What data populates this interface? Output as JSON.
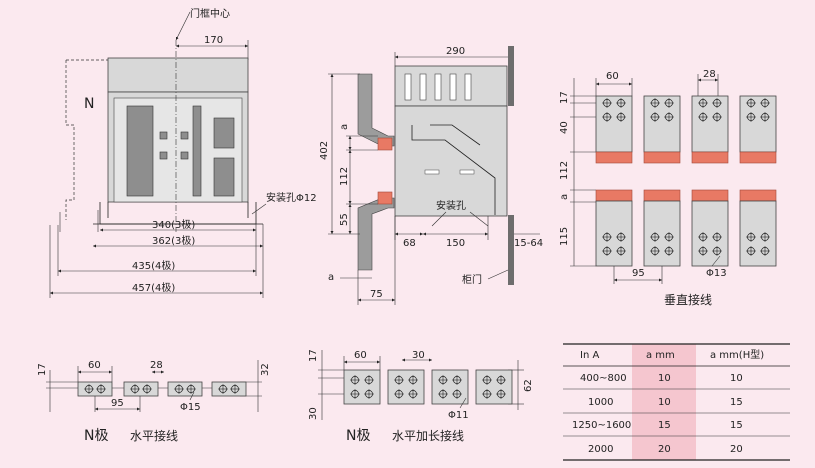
{
  "front_view": {
    "door_center_label": "门框中心",
    "dim_170": "170",
    "n_label": "N",
    "mount_hole_label": "安装孔Φ12",
    "dim_340": "340(3极)",
    "dim_362": "362(3极)",
    "dim_435": "435(4极)",
    "dim_457": "457(4极)"
  },
  "side_view": {
    "dim_290": "290",
    "dim_402": "402",
    "dim_a": "a",
    "dim_112": "112",
    "dim_55": "55",
    "mount_hole_label": "安装孔",
    "dim_68": "68",
    "dim_150": "150",
    "dim_15_64": "15-64",
    "dim_a2": "a",
    "dim_75": "75",
    "cabinet_door_label": "柜门"
  },
  "vertical_wiring": {
    "dim_60": "60",
    "dim_28": "28",
    "dim_17": "17",
    "dim_40": "40",
    "dim_112": "112",
    "dim_a": "a",
    "dim_115": "115",
    "dim_95": "95",
    "dim_phi13": "Φ13",
    "title": "垂直接线"
  },
  "horizontal_wiring": {
    "dim_60": "60",
    "dim_28": "28",
    "dim_17": "17",
    "dim_32": "32",
    "dim_95": "95",
    "dim_phi15": "Φ15",
    "n_label": "N极",
    "title": "水平接线"
  },
  "horizontal_extended_wiring": {
    "dim_17": "17",
    "dim_60": "60",
    "dim_30": "30",
    "dim_30b": "30",
    "dim_62": "62",
    "dim_phi11": "Φ11",
    "n_label": "N极",
    "title": "水平加长接线"
  },
  "table": {
    "headers": [
      "In   A",
      "a  mm",
      "a  mm(H型)"
    ],
    "rows": [
      [
        "400~800",
        "10",
        "10"
      ],
      [
        "1000",
        "10",
        "15"
      ],
      [
        "1250~1600",
        "15",
        "15"
      ],
      [
        "2000",
        "20",
        "20"
      ]
    ],
    "highlight_color": "#f5c6cf"
  }
}
